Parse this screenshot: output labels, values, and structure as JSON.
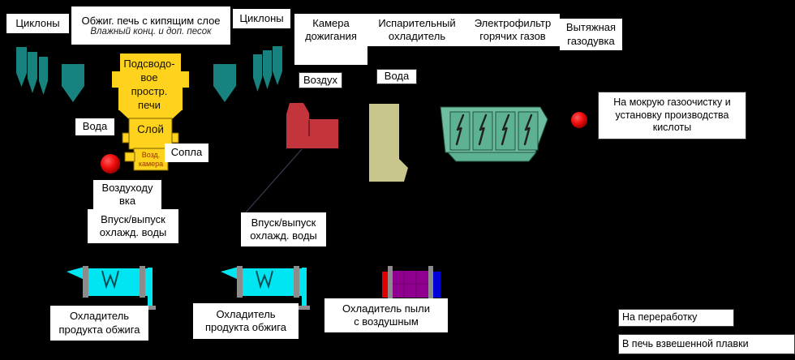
{
  "colors": {
    "cyclone_teal": "#17827E",
    "electrofilter_body": "#6CBE9E",
    "electrofilter_panel": "#5CB293",
    "furnace_yellow": "#FFD21E",
    "chamber_red": "#C4343C",
    "cooler_beige": "#C8C68D",
    "cooler_cyan": "#00E5F2",
    "band_gray": "#8C8C8C",
    "dust_purple": "#8F0090",
    "bar_red": "#E00000",
    "bar_blue": "#0000D8",
    "blower_red": "#FF0000"
  },
  "title": {
    "line1": "Обжиг. печь с кипящим слое",
    "line2": "Влажный конц. и доп. песок"
  },
  "top_row": {
    "cyclones_left": "Циклоны",
    "cyclones_right": "Циклоны",
    "afterburner": "Камера\nдожигания",
    "evaporative_cooler": "Испарительный\nохладитель",
    "electrofilter": "Электрофильтр\nгорячих газов",
    "exhaust_blower": "Вытяжная\nгазодувка"
  },
  "furnace": {
    "freeboard": "Подсводо-\nвое\nпростр.\nпечи",
    "layer": "Слой",
    "air_chamber": "Возд.\nкамера",
    "water": "Вода",
    "nozzles": "Сопла",
    "air_blower": "Воздуходу\nвка"
  },
  "streams": {
    "air": "Воздух",
    "water": "Вода",
    "cooling_water_1": "Впуск/выпуск\nохлажд. воды",
    "cooling_water_2": "Впуск/выпуск\nохлажд. воды",
    "to_wet_cleaning": "На мокрую газоочистку и\nустановку производства\nкислоты",
    "to_processing": "На переработку",
    "to_flash_furnace": "В печь взвешенной плавки"
  },
  "bottom_row": {
    "calcine_cooler_1": "Охладитель\nпродукта обжига",
    "calcine_cooler_2": "Охладитель\nпродукта обжига",
    "dust_cooler": "Охладитель пыли\nс воздушным"
  }
}
